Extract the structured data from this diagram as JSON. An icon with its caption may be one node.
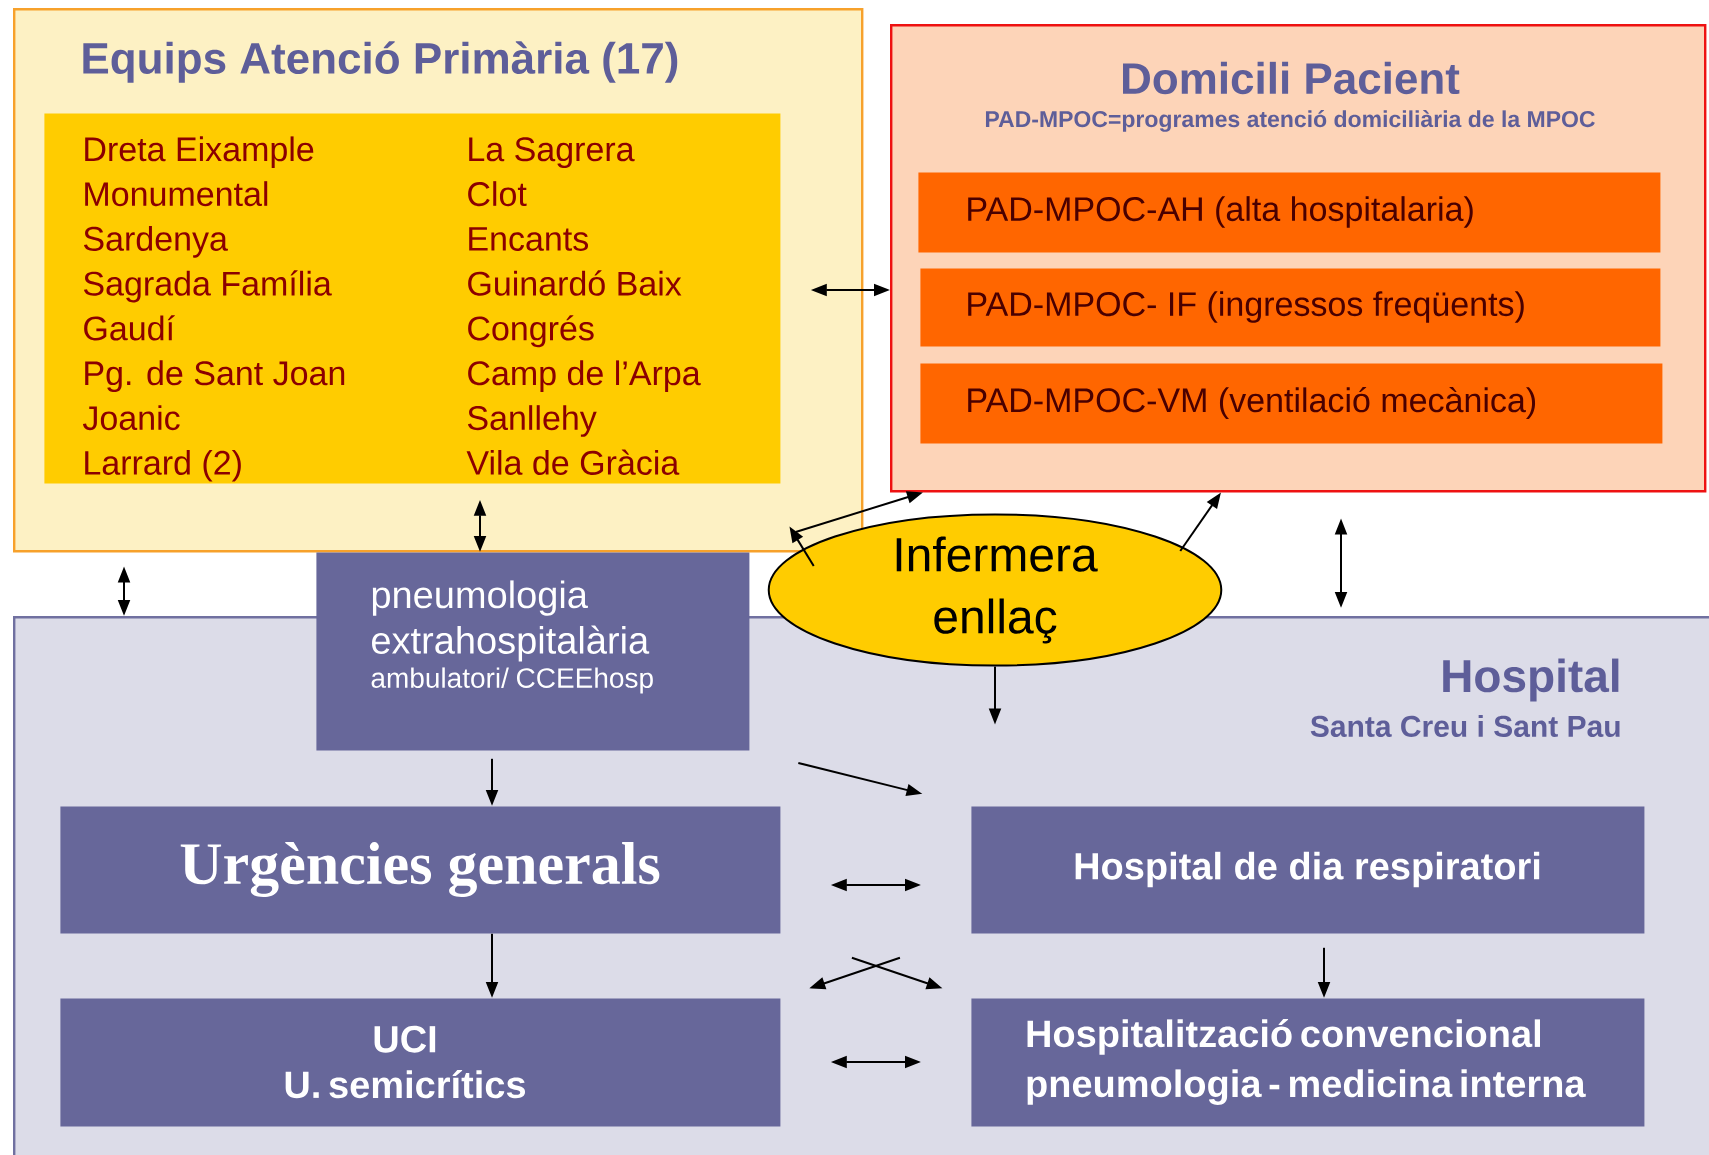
{
  "diagram": {
    "nodes": [
      {
        "text": [
          "Equips Atenció Primària (17)"
        ]
      },
      {
        "text": [
          "Dreta Eixample",
          "Monumental",
          "Sardenya",
          "Sagrada Família",
          "Gaudí",
          "Pg. de Sant Joan",
          "Joanic",
          "Larrard (2)",
          "La Sagrera",
          "Clot",
          "Encants",
          "Guinardó Baix",
          "Congrés",
          "Camp de l’Arpa",
          "Sanllehy",
          "Vila de Gràcia"
        ],
        "in": 0
      },
      {
        "text": [
          "Domicili Pacient",
          "PAD-MPOC=programes atenció domiciliària de la MPOC"
        ]
      },
      {
        "text": [
          "PAD-MPOC-AH (alta hospitalaria)"
        ],
        "in": 2
      },
      {
        "text": [
          "PAD-MPOC- IF (ingressos freqüents)"
        ],
        "in": 2
      },
      {
        "text": [
          "PAD-MPOC-VM (ventilació mecànica)"
        ],
        "in": 2
      },
      {
        "text": [
          "Hospital",
          "Santa Creu i Sant Pau"
        ]
      },
      {
        "text": [
          "pneumologia extrahospitalària",
          "ambulatori/ CCEEhosp"
        ]
      },
      {
        "text": [
          "Infermera enllaç"
        ]
      },
      {
        "text": [
          "Urgències generals"
        ],
        "in": 6
      },
      {
        "text": [
          "Hospital de dia respiratori"
        ],
        "in": 6
      },
      {
        "text": [
          "UCI U. semicrítics"
        ],
        "in": 6
      },
      {
        "text": [
          "Hospitalització convencional pneumologia - medicina interna"
        ],
        "in": 6
      }
    ],
    "edges": [
      {
        "from": 1,
        "to": 2,
        "arrow": "both"
      },
      {
        "from": 1,
        "to": 7,
        "arrow": "both"
      },
      {
        "from": 0,
        "to": 6,
        "arrow": "both"
      },
      {
        "from": 2,
        "to": 6,
        "arrow": "both"
      },
      {
        "from": 8,
        "to": 0,
        "arrow": "to"
      },
      {
        "from": 8,
        "to": 2,
        "arrow": "to"
      },
      {
        "from": 8,
        "to": 2,
        "arrow": "to"
      },
      {
        "from": 8,
        "to": null,
        "arrow": "to"
      },
      {
        "from": 7,
        "to": 9,
        "arrow": "to"
      },
      {
        "from": 7,
        "to": 10,
        "arrow": "to"
      },
      {
        "from": 9,
        "to": 10,
        "arrow": "both"
      },
      {
        "from": 9,
        "to": 11,
        "arrow": "to"
      },
      {
        "from": 10,
        "to": 12,
        "arrow": "to"
      },
      {
        "from": 10,
        "to": 11,
        "arrow": "to"
      },
      {
        "from": 9,
        "to": 12,
        "arrow": "to"
      },
      {
        "from": 11,
        "to": 12,
        "arrow": "both"
      }
    ]
  }
}
